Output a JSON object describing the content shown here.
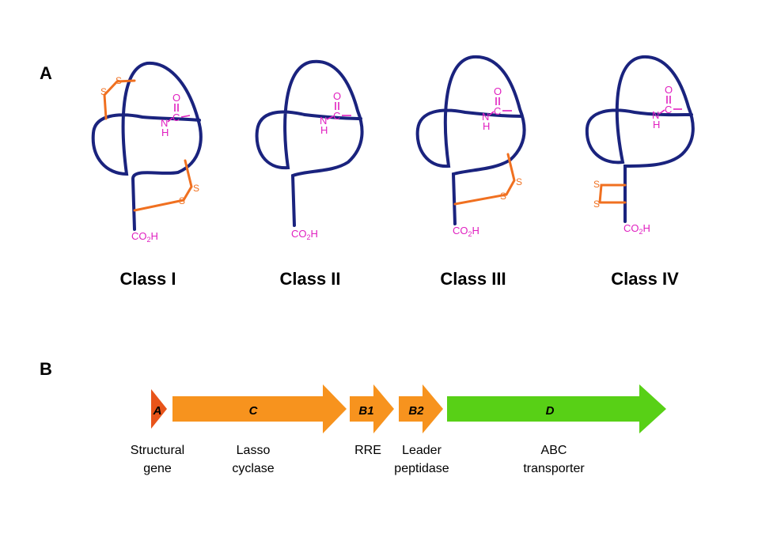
{
  "panel_a_label": "A",
  "panel_b_label": "B",
  "classes": [
    {
      "label": "Class I",
      "chem": {
        "o": "O",
        "n": "N",
        "h": "H",
        "c": "C"
      },
      "co2h": {
        "main": "CO",
        "sub": "2",
        "tail": "H"
      },
      "sulfurs": [
        "S",
        "S",
        "S",
        "S"
      ]
    },
    {
      "label": "Class II",
      "chem": {
        "o": "O",
        "n": "N",
        "h": "H",
        "c": "C"
      },
      "co2h": {
        "main": "CO",
        "sub": "2",
        "tail": "H"
      },
      "sulfurs": []
    },
    {
      "label": "Class III",
      "chem": {
        "o": "O",
        "n": "N",
        "h": "H",
        "c": "C"
      },
      "co2h": {
        "main": "CO",
        "sub": "2",
        "tail": "H"
      },
      "sulfurs": [
        "S",
        "S"
      ]
    },
    {
      "label": "Class IV",
      "chem": {
        "o": "O",
        "n": "N",
        "h": "H",
        "c": "C"
      },
      "co2h": {
        "main": "CO",
        "sub": "2",
        "tail": "H"
      },
      "sulfurs": [
        "S",
        "S"
      ]
    }
  ],
  "genes": [
    {
      "letter": "A",
      "desc_line1": "Structural",
      "desc_line2": "gene",
      "color": "#e8541a"
    },
    {
      "letter": "C",
      "desc_line1": "Lasso",
      "desc_line2": "cyclase",
      "color": "#f7931e"
    },
    {
      "letter": "B1",
      "desc_line1": "RRE",
      "desc_line2": "",
      "color": "#f7931e"
    },
    {
      "letter": "B2",
      "desc_line1": "Leader",
      "desc_line2": "peptidase",
      "color": "#f7931e"
    },
    {
      "letter": "D",
      "desc_line1": "ABC",
      "desc_line2": "transporter",
      "color": "#58d016"
    }
  ],
  "colors": {
    "backbone": "#1a237e",
    "disulfide": "#f07020",
    "chem_label": "#e020c0",
    "text": "#000000"
  }
}
